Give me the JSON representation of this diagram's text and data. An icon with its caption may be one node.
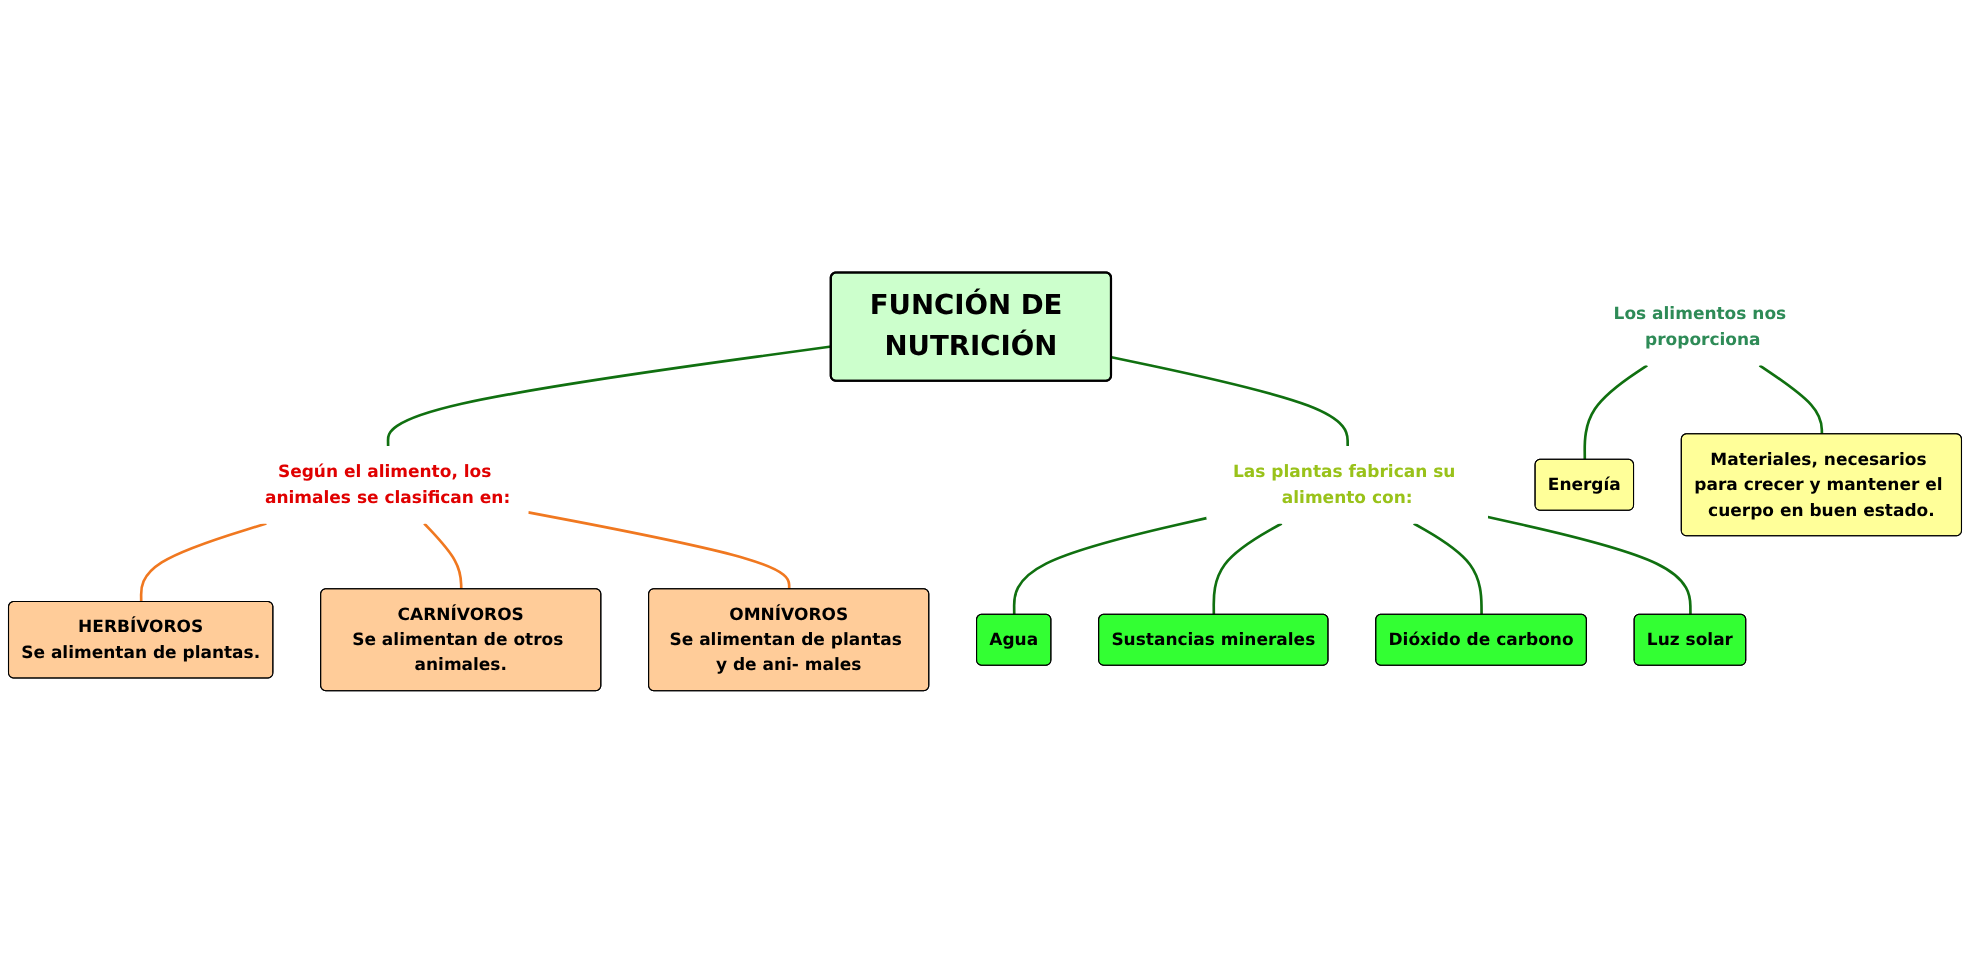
{
  "diagram": {
    "nodes": [
      {
        "text": [
          "FUNCIÓN DE NUTRICIÓN"
        ]
      },
      {
        "text": [
          "Los alimentos nos proporciona"
        ]
      },
      {
        "text": [
          "Energía"
        ]
      },
      {
        "text": [
          "Materiales, necesarios para crecer y mantener el cuerpo en buen estado."
        ]
      },
      {
        "text": [
          "Según el alimento, los animales se clasifican en:"
        ]
      },
      {
        "text": [
          "Las plantas fabrican su alimento con:"
        ]
      },
      {
        "text": [
          "HERBÍVOROS",
          "Se alimentan de plantas."
        ]
      },
      {
        "text": [
          "CARNÍVOROS",
          "Se alimentan de otros animales."
        ]
      },
      {
        "text": [
          "OMNÍVOROS",
          "Se alimentan de plantas y de ani- males"
        ]
      },
      {
        "text": [
          "Agua"
        ]
      },
      {
        "text": [
          "Sustancias minerales"
        ]
      },
      {
        "text": [
          "Dióxido de carbono"
        ]
      },
      {
        "text": [
          "Luz solar"
        ]
      }
    ],
    "edges": [
      {
        "from": 1,
        "to": 2,
        "arrow": "none"
      },
      {
        "from": 1,
        "to": 3,
        "arrow": "none"
      },
      {
        "from": 0,
        "to": 4,
        "arrow": "none"
      },
      {
        "from": 0,
        "to": 5,
        "arrow": "none"
      },
      {
        "from": 4,
        "to": 6,
        "arrow": "none",
        "color": "#f07820"
      },
      {
        "from": 4,
        "to": 7,
        "arrow": "none",
        "color": "#f07820"
      },
      {
        "from": 4,
        "to": 8,
        "arrow": "none",
        "color": "#f07820"
      },
      {
        "from": 5,
        "to": 9,
        "arrow": "none"
      },
      {
        "from": 5,
        "to": 10,
        "arrow": "none"
      },
      {
        "from": 5,
        "to": 11,
        "arrow": "none"
      },
      {
        "from": 5,
        "to": 12,
        "arrow": "none"
      }
    ]
  }
}
